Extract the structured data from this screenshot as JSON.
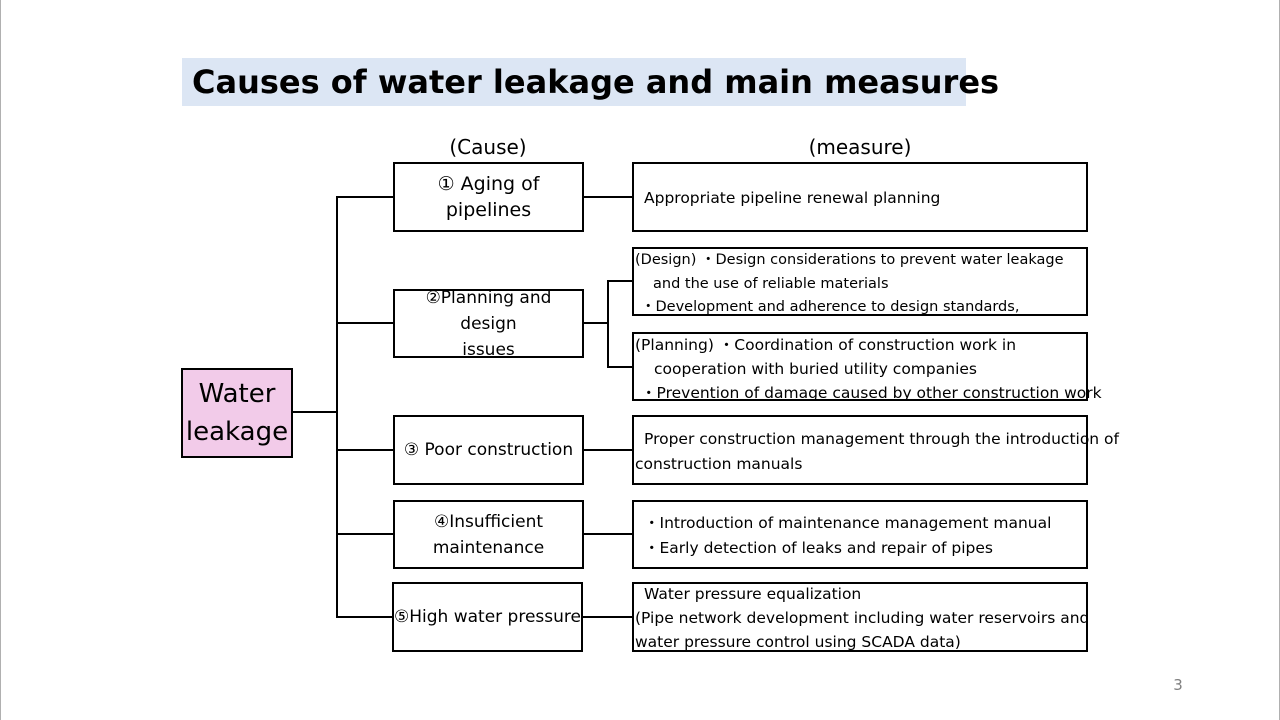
{
  "slide": {
    "title": "Causes of water leakage and main measures",
    "page_number": "3"
  },
  "diagram": {
    "cause_header": "(Cause)",
    "measure_header": "(measure)",
    "root": {
      "line1": "Water",
      "line2": "leakage"
    },
    "causes": [
      {
        "lines": [
          "① Aging of pipelines"
        ]
      },
      {
        "lines": [
          "②Planning and design",
          "issues"
        ]
      },
      {
        "lines": [
          "③ Poor construction"
        ]
      },
      {
        "lines": [
          "④Insufficient",
          "maintenance"
        ]
      },
      {
        "lines": [
          "⑤High water pressure"
        ]
      }
    ],
    "measures": {
      "aging": [
        "Appropriate pipeline renewal planning"
      ],
      "design": [
        "(Design) ・Design considerations to prevent water leakage",
        "and the use of reliable materials",
        "・Development and adherence to design standards,"
      ],
      "planning": [
        "(Planning) ・Coordination of construction work in",
        "cooperation with buried utility companies",
        "・Prevention of damage caused by other construction work"
      ],
      "construction": [
        "Proper construction management through the introduction of",
        "construction manuals"
      ],
      "maintenance": [
        "・Introduction of maintenance management manual",
        "・Early detection of leaks and repair of pipes"
      ],
      "pressure": [
        "Water pressure equalization",
        "(Pipe network development including water reservoirs and",
        "water pressure control using SCADA data)"
      ]
    }
  }
}
